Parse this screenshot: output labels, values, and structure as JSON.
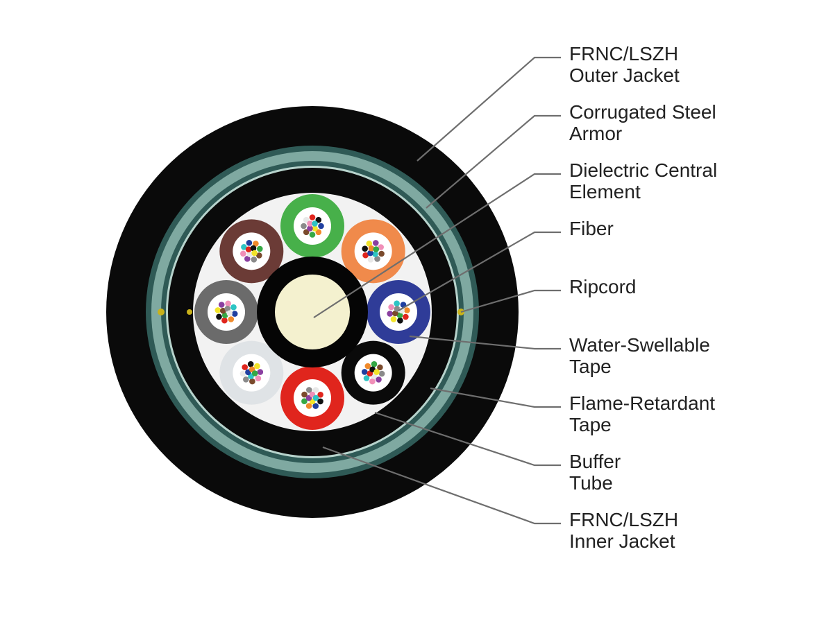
{
  "colors": {
    "jacket": "#0a0a0a",
    "armor_outer": "#2f5a56",
    "armor_mid": "#7fa9a1",
    "armor_light": "#b7d3cc",
    "buffer_white": "#f2f2f2",
    "central_ring": "#050505",
    "central_core": "#f4f1cf",
    "leader": "#6e6e6e",
    "label_text": "#222222"
  },
  "labels": [
    {
      "id": "outer-jacket",
      "lines": [
        "FRNC/LSZH",
        "Outer Jacket"
      ]
    },
    {
      "id": "steel-armor",
      "lines": [
        "Corrugated Steel",
        "Armor"
      ]
    },
    {
      "id": "central-element",
      "lines": [
        "Dielectric Central",
        "Element"
      ]
    },
    {
      "id": "fiber",
      "lines": [
        "Fiber"
      ]
    },
    {
      "id": "ripcord",
      "lines": [
        "Ripcord"
      ]
    },
    {
      "id": "water-swellable-tape",
      "lines": [
        "Water-Swellable",
        "Tape"
      ]
    },
    {
      "id": "flame-retardant-tape",
      "lines": [
        "Flame-Retardant",
        "Tape"
      ]
    },
    {
      "id": "buffer-tube",
      "lines": [
        "Buffer",
        "Tube"
      ]
    },
    {
      "id": "inner-jacket",
      "lines": [
        "FRNC/LSZH",
        "Inner Jacket"
      ]
    }
  ],
  "buffer_tubes": [
    {
      "id": "green",
      "color": "#47b04a"
    },
    {
      "id": "orange",
      "color": "#f08a4b"
    },
    {
      "id": "blue",
      "color": "#2f3c98"
    },
    {
      "id": "black",
      "color": "#0a0a0a"
    },
    {
      "id": "red",
      "color": "#e0251d"
    },
    {
      "id": "white",
      "color": "#dfe3e6"
    },
    {
      "id": "gray",
      "color": "#6b6b6b"
    },
    {
      "id": "brown",
      "color": "#6b3b36"
    }
  ],
  "fiber_colors": [
    "#1f3fa0",
    "#f08a2b",
    "#35a845",
    "#7a4a2c",
    "#8a8a8a",
    "#e8e8e8",
    "#e0251d",
    "#111111",
    "#f2e42a",
    "#8a3fa0",
    "#f08fb8",
    "#2ec4c4"
  ]
}
